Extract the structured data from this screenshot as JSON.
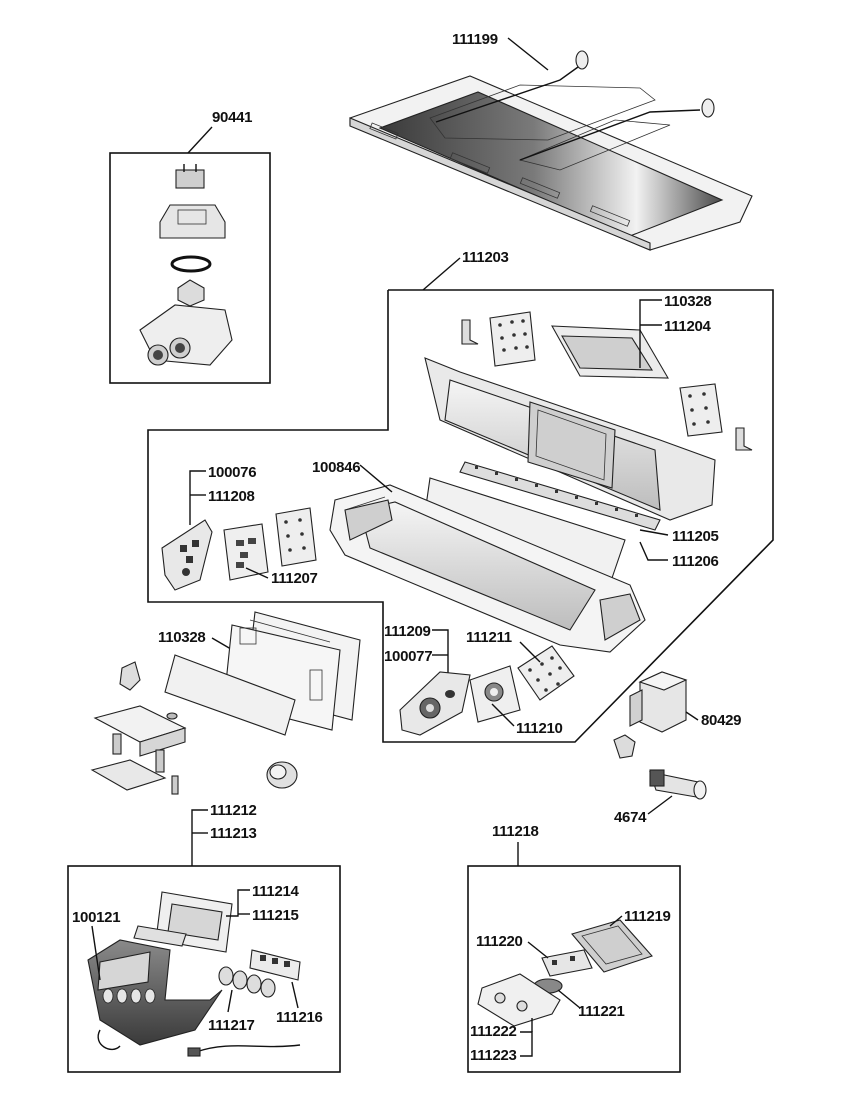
{
  "labels": {
    "p111199": "111199",
    "p90441": "90441",
    "p111203": "111203",
    "p110328_top": "110328",
    "p111204": "111204",
    "p100076": "100076",
    "p111208": "111208",
    "p100846": "100846",
    "p111205": "111205",
    "p111206": "111206",
    "p111207": "111207",
    "p110328_left": "110328",
    "p111209": "111209",
    "p100077": "100077",
    "p111211": "111211",
    "p111210": "111210",
    "p80429": "80429",
    "p4674": "4674",
    "p111212": "111212",
    "p111213": "111213",
    "p111214": "111214",
    "p111215": "111215",
    "p100121": "100121",
    "p111217": "111217",
    "p111216": "111216",
    "p111218": "111218",
    "p111219": "111219",
    "p111220": "111220",
    "p111221": "111221",
    "p111222": "111222",
    "p111223": "111223"
  },
  "colors": {
    "line": "#111111",
    "panel_dark": "#4a4a4a",
    "panel_mid": "#bdbdbd",
    "panel_light": "#ececec",
    "background": "#ffffff"
  }
}
